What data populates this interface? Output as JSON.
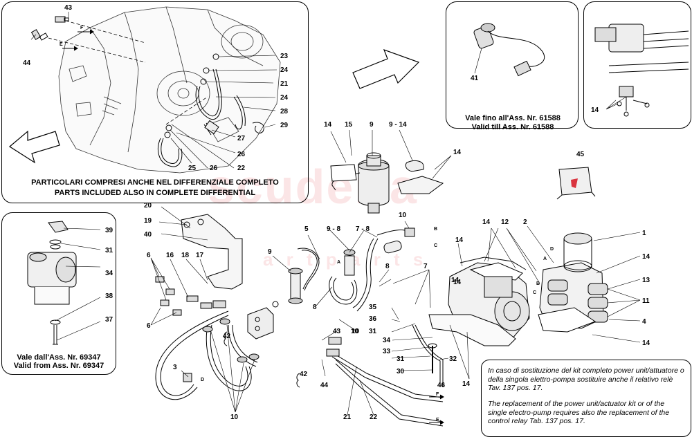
{
  "accent_color": "#d9343f",
  "watermark": {
    "brand": "scuderia",
    "sub": "a r t   p a r t s"
  },
  "top_left_box": {
    "caption_it": "PARTICOLARI COMPRESI ANCHE NEL DIFFERENZIALE COMPLETO",
    "caption_en": "PARTS INCLUDED ALSO IN COMPLETE DIFFERENTIAL",
    "callouts": [
      "43",
      "44",
      "23",
      "24",
      "21",
      "24",
      "28",
      "29",
      "27",
      "26",
      "25",
      "26",
      "22"
    ],
    "letters": [
      "F",
      "E"
    ]
  },
  "top_mid_box": {
    "callouts": [
      "41"
    ],
    "caption_it": "Vale fino all'Ass. Nr. 61588",
    "caption_en": "Valid till Ass. Nr. 61588"
  },
  "top_right_box": {
    "callouts": [
      "14"
    ]
  },
  "left_mid_box": {
    "callouts": [
      "39",
      "31",
      "34",
      "38",
      "37"
    ],
    "caption_it": "Vale dall'Ass. Nr. 69347",
    "caption_en": "Valid from Ass. Nr. 69347"
  },
  "main_callouts": [
    "14",
    "15",
    "9",
    "9 - 14",
    "14",
    "45",
    "20",
    "19",
    "40",
    "5",
    "9 - 8",
    "7 - 8",
    "10",
    "14",
    "12",
    "2",
    "1",
    "14",
    "13",
    "11",
    "4",
    "14",
    "6",
    "16",
    "18",
    "17",
    "9",
    "8",
    "8",
    "7",
    "14",
    "6",
    "35",
    "36",
    "31",
    "10",
    "42",
    "43",
    "34",
    "33",
    "31",
    "30",
    "32",
    "3",
    "42",
    "44",
    "46",
    "14",
    "21",
    "22",
    "10",
    "10",
    "14",
    "14"
  ],
  "main_letters": [
    "A",
    "B",
    "C",
    "D",
    "A",
    "B",
    "C",
    "D",
    "F",
    "E"
  ],
  "notes": {
    "it": "In caso di sostituzione del kit completo power unit/attuatore o della singola elettro-pompa sostituire anche il relativo relè Tav. 137 pos. 17.",
    "en": "The replacement of the power unit/actuator kit or of the single electro-pump requires also the replacement of the control relay Tab. 137 pos. 17."
  }
}
